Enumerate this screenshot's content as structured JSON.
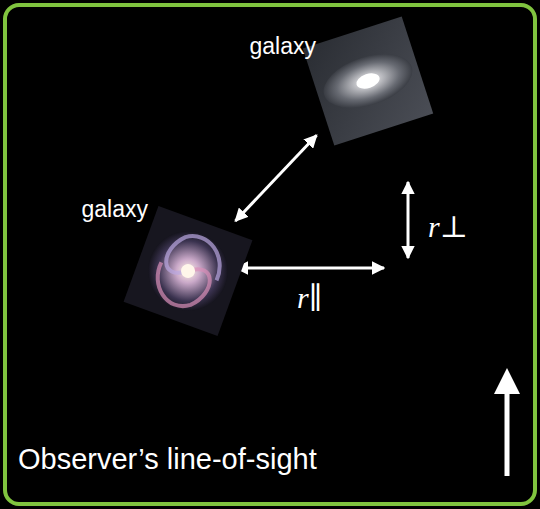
{
  "diagram": {
    "nodes": [
      {
        "text": [
          "galaxy"
        ]
      },
      {
        "text": [
          "galaxy"
        ]
      }
    ],
    "edges": [
      {
        "from": 1,
        "to": 0,
        "arrow": "both"
      }
    ],
    "labels": [
      "r⊥",
      "r∥",
      "Observer’s line-of-sight"
    ]
  }
}
